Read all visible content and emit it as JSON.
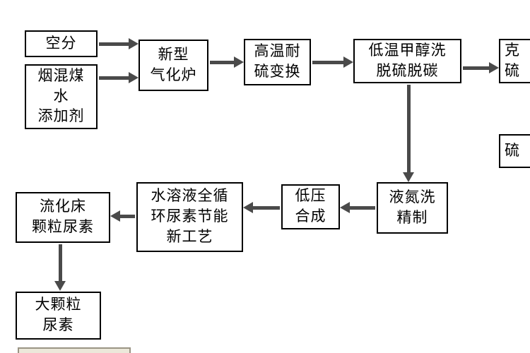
{
  "meta": {
    "background_color": "#ffffff",
    "box_border_color": "#000000",
    "arrow_color": "#4a4a4a",
    "text_color": "#000000"
  },
  "diagram": {
    "nodes": {
      "air_separation": {
        "lines": [
          "空分"
        ]
      },
      "coal_water_additive": {
        "lines": [
          "烟混煤",
          "水",
          "添加剂"
        ]
      },
      "gasifier": {
        "lines": [
          "新型",
          "气化炉"
        ]
      },
      "shift": {
        "lines": [
          "高温耐",
          "硫变换"
        ]
      },
      "methanol_wash": {
        "lines": [
          "低温甲醇洗",
          "脱硫脱碳"
        ]
      },
      "claus_partial": {
        "lines": [
          "克",
          "硫"
        ]
      },
      "sulfur_partial": {
        "lines": [
          "硫"
        ]
      },
      "nitrogen_wash": {
        "lines": [
          "液氮洗",
          "精制"
        ]
      },
      "low_pressure_synthesis": {
        "lines": [
          "低压",
          "合成"
        ]
      },
      "urea_process": {
        "lines": [
          "水溶液全循",
          "环尿素节能",
          "新工艺"
        ]
      },
      "fluidized_bed_urea": {
        "lines": [
          "流化床",
          "颗粒尿素"
        ]
      },
      "large_granule_urea": {
        "lines": [
          "大颗粒",
          "尿素"
        ]
      }
    },
    "edges": [
      {
        "from": "air_separation",
        "to": "gasifier",
        "direction": "right"
      },
      {
        "from": "coal_water_additive",
        "to": "gasifier",
        "direction": "right"
      },
      {
        "from": "gasifier",
        "to": "shift",
        "direction": "right"
      },
      {
        "from": "shift",
        "to": "methanol_wash",
        "direction": "right"
      },
      {
        "from": "methanol_wash",
        "to": "claus_partial",
        "direction": "right"
      },
      {
        "from": "methanol_wash",
        "to": "nitrogen_wash",
        "direction": "down"
      },
      {
        "from": "nitrogen_wash",
        "to": "low_pressure_synthesis",
        "direction": "left"
      },
      {
        "from": "low_pressure_synthesis",
        "to": "urea_process",
        "direction": "left"
      },
      {
        "from": "urea_process",
        "to": "fluidized_bed_urea",
        "direction": "left"
      },
      {
        "from": "fluidized_bed_urea",
        "to": "large_granule_urea",
        "direction": "down"
      }
    ]
  }
}
